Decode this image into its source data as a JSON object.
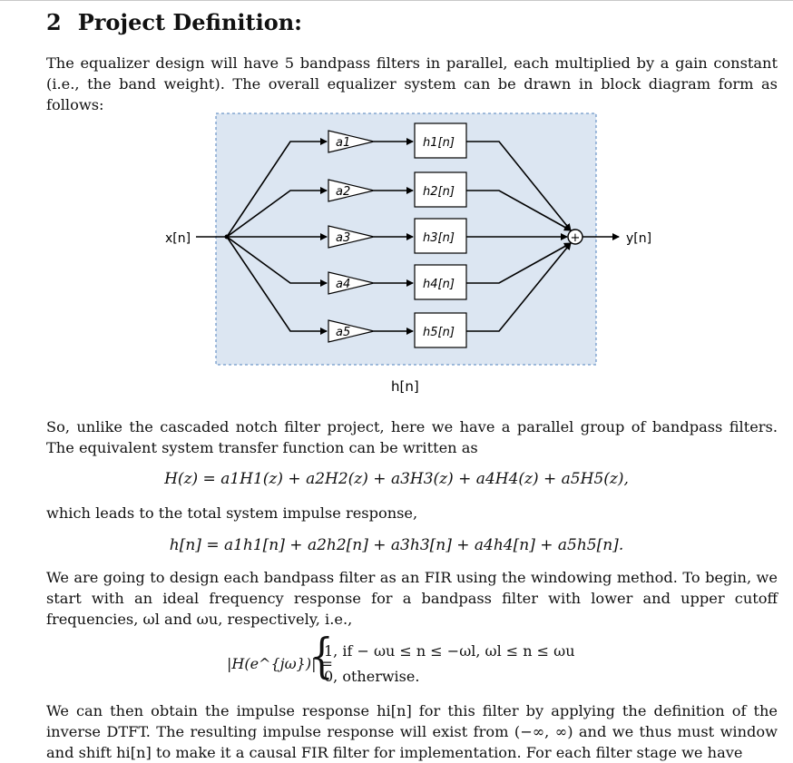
{
  "section": {
    "number": "2",
    "title": "Project Definition:"
  },
  "paragraphs": {
    "p1": "The equalizer design will have 5 bandpass filters in parallel, each multiplied by a gain constant (i.e., the band weight). The overall equalizer system can be drawn in block diagram form as follows:",
    "p2": "So, unlike the cascaded notch filter project, here we have a parallel group of bandpass filters. The equivalent system transfer function can be written as",
    "p3": "which leads to the total system impulse response,",
    "p4": "We are going to design each bandpass filter as an FIR using the windowing method. To begin, we start with an ideal frequency response for a bandpass filter with lower and upper cutoff frequencies, ωl and ωu, respectively, i.e.,",
    "p5": "We can then obtain the impulse response hi[n] for this filter by applying the definition of the inverse DTFT. The resulting impulse response will exist from (−∞, ∞) and we thus must window and shift hi[n] to make it a causal FIR filter for implementation. For each filter stage we have"
  },
  "equations": {
    "transfer": "H(z) = a1H1(z) + a2H2(z) + a3H3(z) + a4H4(z) + a5H5(z),",
    "impulse": "h[n] = a1h1[n] + a2h2[n] + a3h3[n] + a4h4[n] + a5h5[n].",
    "freq_lhs": "|H(e^{jω})| =",
    "freq_case1": "1,  if − ωu ≤ n ≤ −ωl,  ωl ≤ n ≤ ωu",
    "freq_case2": "0,  otherwise."
  },
  "diagram": {
    "input_label": "x[n]",
    "output_label": "y[n]",
    "system_label": "h[n]",
    "summer_symbol": "+",
    "gains": [
      "a1",
      "a2",
      "a3",
      "a4",
      "a5"
    ],
    "filters": [
      "h1[n]",
      "h2[n]",
      "h3[n]",
      "h4[n]",
      "h5[n]"
    ],
    "colors": {
      "region_fill": "#dce6f2",
      "region_border": "#4f81bd"
    }
  }
}
